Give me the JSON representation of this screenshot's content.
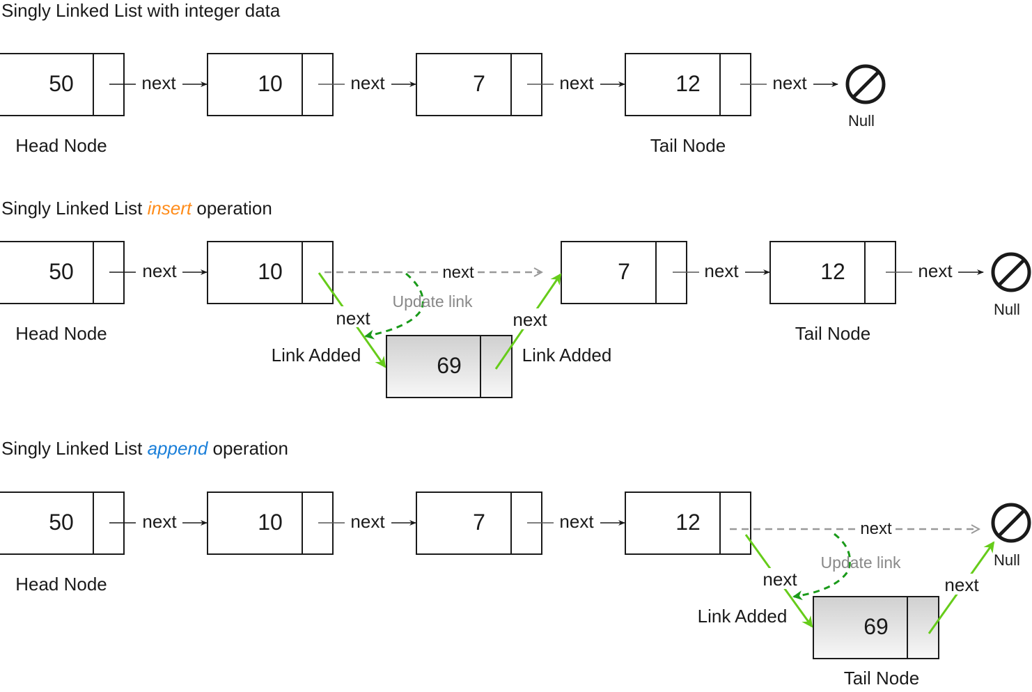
{
  "colors": {
    "insert": "#ff8c1a",
    "append": "#1a7fd9",
    "link_added": "#66cc1a",
    "update_link": "#1a9a1a",
    "dashed_old": "#999999"
  },
  "diagram1": {
    "title": "Singly Linked List with integer data",
    "nodes": [
      "50",
      "10",
      "7",
      "12"
    ],
    "head_label": "Head Node",
    "tail_label": "Tail Node",
    "next_label": "next",
    "null_label": "Null"
  },
  "diagram2": {
    "title_prefix": "Singly Linked List ",
    "title_op": "insert",
    "title_suffix": " operation",
    "nodes": [
      "50",
      "10",
      "7",
      "12"
    ],
    "new_node": "69",
    "head_label": "Head Node",
    "tail_label": "Tail Node",
    "next_label": "next",
    "null_label": "Null",
    "update_link": "Update link",
    "link_added": "Link Added"
  },
  "diagram3": {
    "title_prefix": "Singly Linked List ",
    "title_op": "append",
    "title_suffix": " operation",
    "nodes": [
      "50",
      "10",
      "7",
      "12"
    ],
    "new_node": "69",
    "head_label": "Head Node",
    "tail_label": "Tail Node",
    "next_label": "next",
    "null_label": "Null",
    "update_link": "Update link",
    "link_added": "Link Added"
  }
}
